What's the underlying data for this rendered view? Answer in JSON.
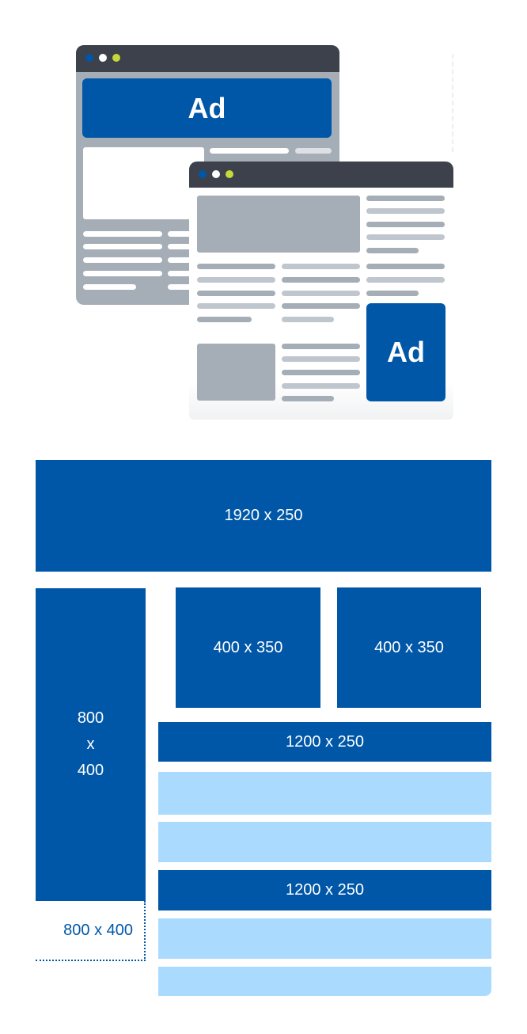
{
  "illustration": {
    "back_window_ad": "Ad",
    "front_window_ad": "Ad"
  },
  "colors": {
    "brand_blue": "#0057a8",
    "light_blue": "#aadbfe",
    "titlebar": "#3c414c",
    "gray": "#a5adb6",
    "dot_green": "#c5d93a"
  },
  "layout_sizes": {
    "top_banner": "1920 x 250",
    "skyscraper": [
      "800",
      "x",
      "400"
    ],
    "skyscraper_alt": "800 x 400",
    "square_1": "400 x 350",
    "square_2": "400 x 350",
    "leaderboard_1": "1200 x 250",
    "leaderboard_2": "1200 x 250"
  }
}
